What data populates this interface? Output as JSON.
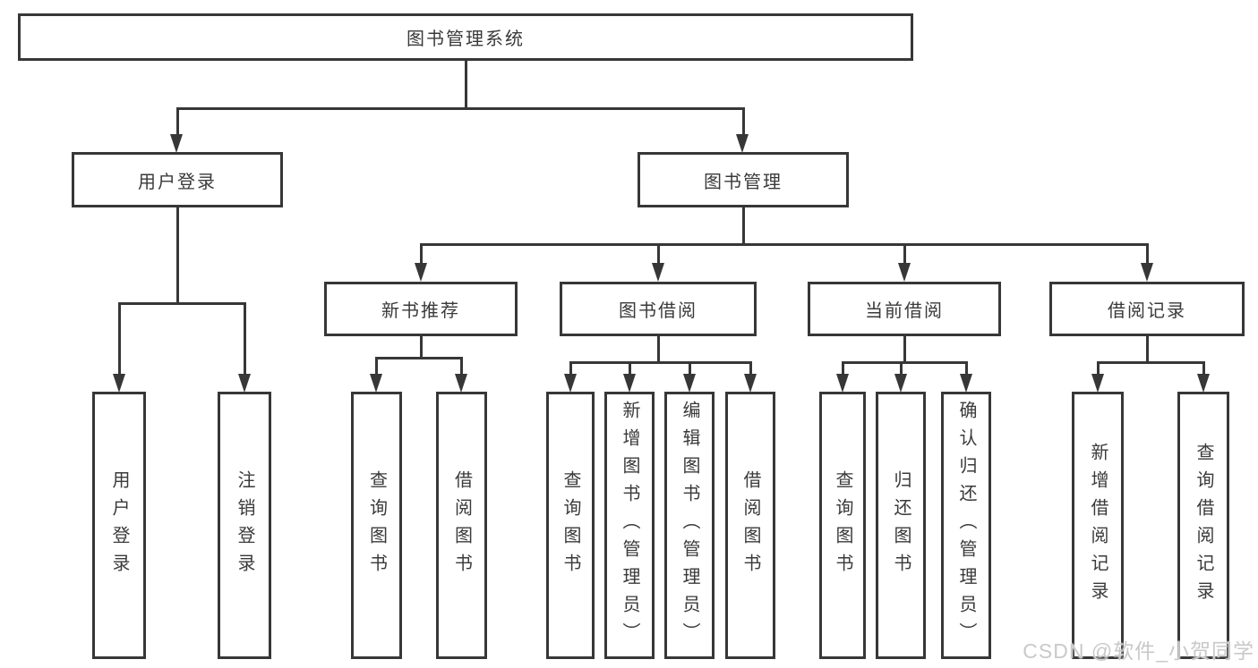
{
  "style": {
    "line_color": "#373737",
    "text_color": "#3a3a3a",
    "box_background": "#ffffff",
    "watermark_color": "#c9c9c9"
  },
  "tree": {
    "label": "图书管理系统",
    "children": [
      {
        "label": "用户登录",
        "children": [
          {
            "label": "用户登录"
          },
          {
            "label": "注销登录"
          }
        ]
      },
      {
        "label": "图书管理",
        "children": [
          {
            "label": "新书推荐",
            "children": [
              {
                "label": "查询图书"
              },
              {
                "label": "借阅图书"
              }
            ]
          },
          {
            "label": "图书借阅",
            "children": [
              {
                "label": "查询图书"
              },
              {
                "label": "新增图书（管理员）"
              },
              {
                "label": "编辑图书（管理员）"
              },
              {
                "label": "借阅图书"
              }
            ]
          },
          {
            "label": "当前借阅",
            "children": [
              {
                "label": "查询图书"
              },
              {
                "label": "归还图书"
              },
              {
                "label": "确认归还（管理员）"
              }
            ]
          },
          {
            "label": "借阅记录",
            "children": [
              {
                "label": "新增借阅记录"
              },
              {
                "label": "查询借阅记录"
              }
            ]
          }
        ]
      }
    ]
  },
  "watermark": {
    "text": "CSDN @软件_小贺同学"
  }
}
